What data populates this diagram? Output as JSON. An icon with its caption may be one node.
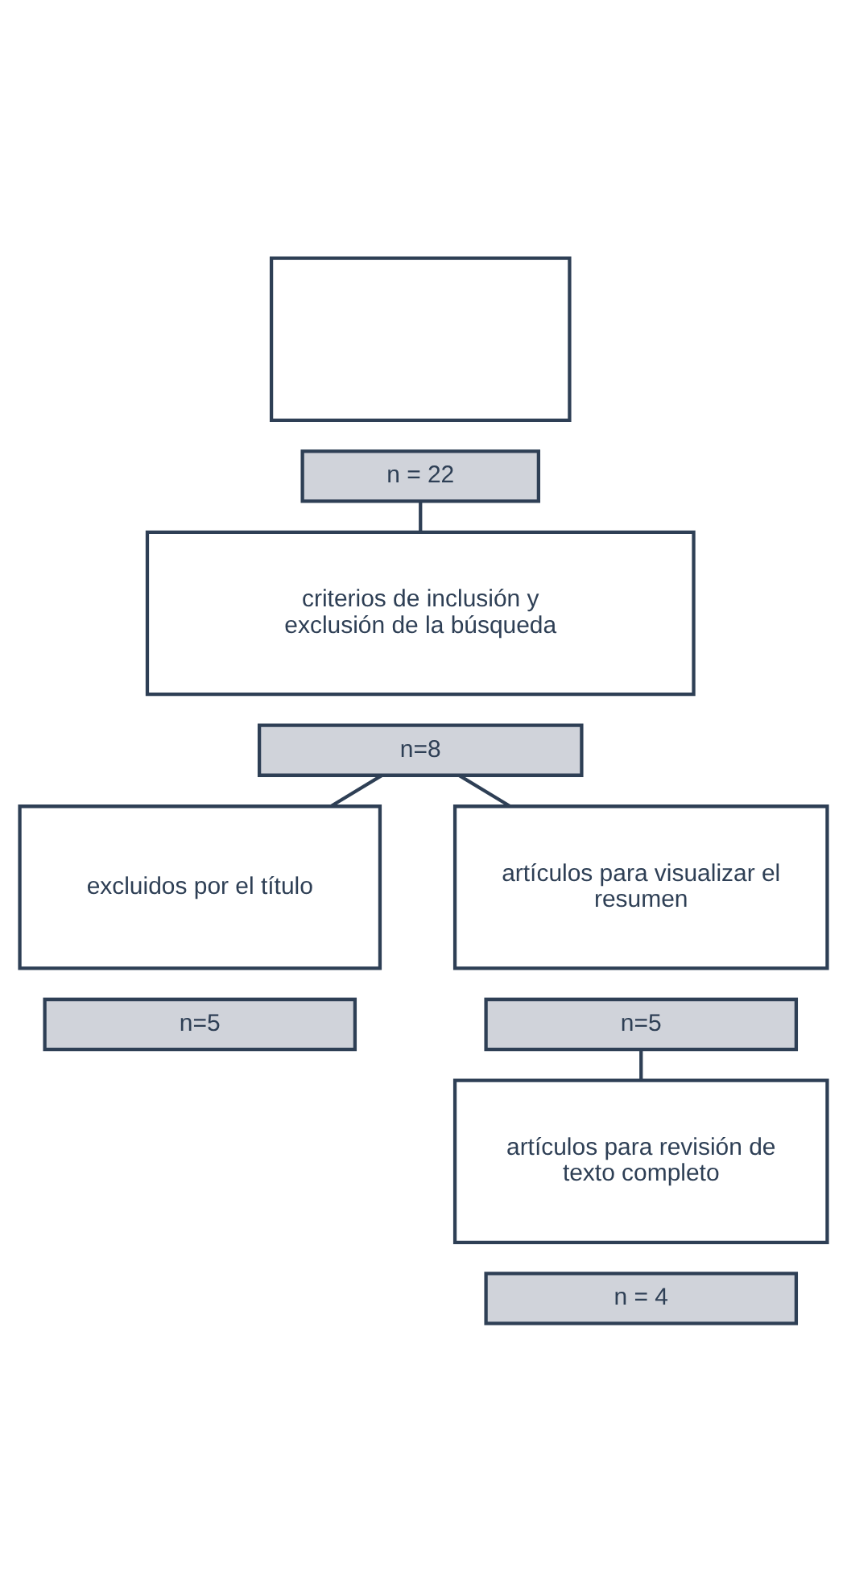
{
  "diagram": {
    "nodes": [
      {
        "text": [],
        "shape": "box"
      },
      {
        "text": [
          "n = 22"
        ]
      },
      {
        "text": [
          "criterios de inclusión y exclusión de la búsqueda"
        ]
      },
      {
        "text": [
          "n=8"
        ]
      },
      {
        "text": [
          "excluidos por el título"
        ]
      },
      {
        "text": [
          "n=5"
        ]
      },
      {
        "text": [
          "artículos para visualizar el resumen"
        ]
      },
      {
        "text": [
          "n=5"
        ]
      },
      {
        "text": [
          "artículos para revisión de texto completo"
        ]
      },
      {
        "text": [
          "n = 4"
        ]
      }
    ],
    "edges": [
      {
        "from": 1,
        "to": 2,
        "arrow": "none"
      },
      {
        "from": 3,
        "to": 6,
        "arrow": "none"
      },
      {
        "from": 3,
        "to": 4,
        "arrow": "none"
      },
      {
        "from": 7,
        "to": 8,
        "arrow": "none"
      }
    ]
  }
}
